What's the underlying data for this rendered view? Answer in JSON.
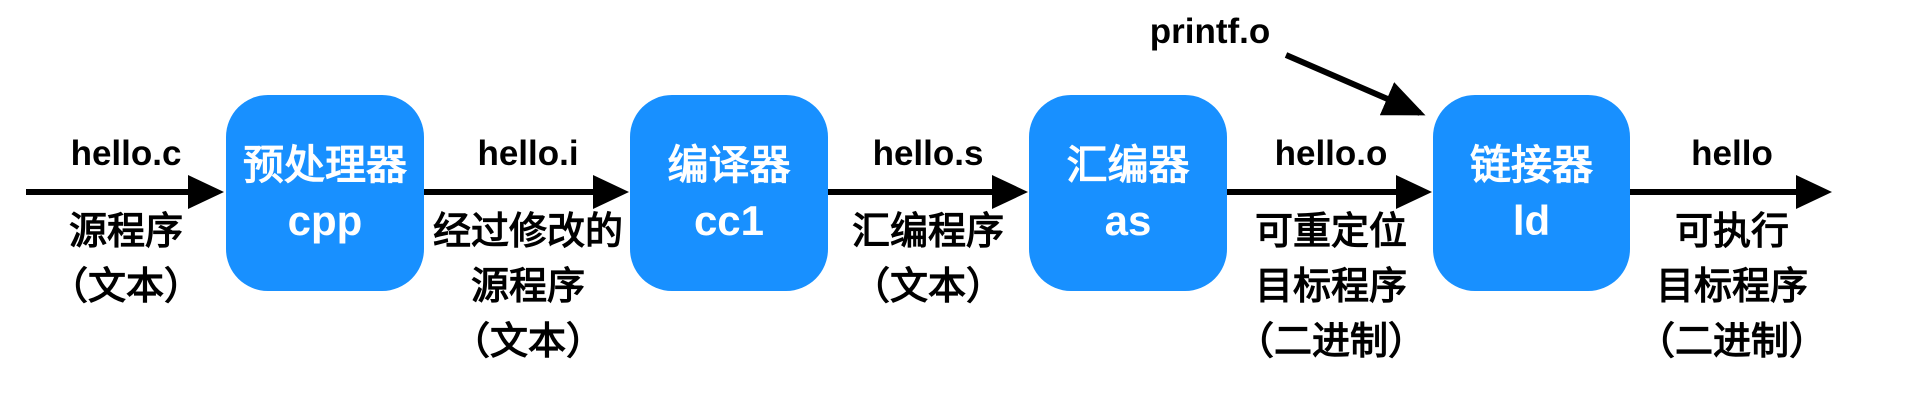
{
  "colors": {
    "box_bg": "#1890FF",
    "box_text": "#FFFFFF",
    "ink": "#000000",
    "background": "#FFFFFF"
  },
  "stages": [
    {
      "name": "预处理器",
      "tool": "cpp"
    },
    {
      "name": "编译器",
      "tool": "cc1"
    },
    {
      "name": "汇编器",
      "tool": "as"
    },
    {
      "name": "链接器",
      "tool": "ld"
    }
  ],
  "flows": [
    {
      "file": "hello.c",
      "desc": [
        "源程序",
        "（文本）"
      ]
    },
    {
      "file": "hello.i",
      "desc": [
        "经过修改的",
        "源程序",
        "（文本）"
      ]
    },
    {
      "file": "hello.s",
      "desc": [
        "汇编程序",
        "（文本）"
      ]
    },
    {
      "file": "hello.o",
      "desc": [
        "可重定位",
        "目标程序",
        "（二进制）"
      ]
    },
    {
      "file": "hello",
      "desc": [
        "可执行",
        "目标程序",
        "（二进制）"
      ]
    }
  ],
  "extra_input": {
    "label": "printf.o"
  }
}
